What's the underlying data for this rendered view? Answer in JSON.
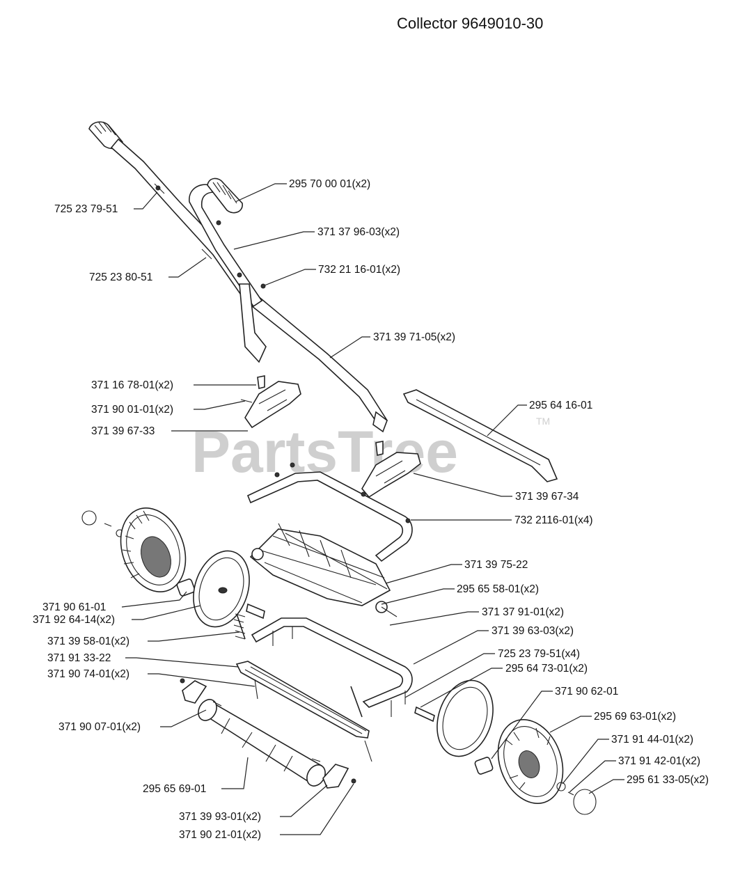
{
  "title": "Collector 9649010-30",
  "watermark": {
    "text": "PartsTree",
    "trademark": "TM"
  },
  "colors": {
    "ink": "#222222",
    "watermark": "#cfcfcf",
    "background": "#ffffff"
  },
  "labels": [
    {
      "id": "l1",
      "text": "295 70 00 01(x2)"
    },
    {
      "id": "l2",
      "text": "725 23 79-51"
    },
    {
      "id": "l3",
      "text": "371 37 96-03(x2)"
    },
    {
      "id": "l4",
      "text": "725 23 80-51"
    },
    {
      "id": "l5",
      "text": "732 21 16-01(x2)"
    },
    {
      "id": "l6",
      "text": "371 39 71-05(x2)"
    },
    {
      "id": "l7",
      "text": "371 16 78-01(x2)"
    },
    {
      "id": "l8",
      "text": "371 90 01-01(x2)"
    },
    {
      "id": "l9",
      "text": "295 64 16-01"
    },
    {
      "id": "l10",
      "text": "371 39 67-33"
    },
    {
      "id": "l11",
      "text": "371 39 67-34"
    },
    {
      "id": "l12",
      "text": "732 2116-01(x4)"
    },
    {
      "id": "l13",
      "text": "371 39 75-22"
    },
    {
      "id": "l14",
      "text": "295 65 58-01(x2)"
    },
    {
      "id": "l15",
      "text": "371 90 61-01"
    },
    {
      "id": "l16",
      "text": "371 92 64-14(x2)"
    },
    {
      "id": "l17",
      "text": "371 37 91-01(x2)"
    },
    {
      "id": "l18",
      "text": "371 39 63-03(x2)"
    },
    {
      "id": "l19",
      "text": "371 39 58-01(x2)"
    },
    {
      "id": "l20",
      "text": "725 23 79-51(x4)"
    },
    {
      "id": "l21",
      "text": "371 91 33-22"
    },
    {
      "id": "l22",
      "text": "295 64 73-01(x2)"
    },
    {
      "id": "l23",
      "text": "371 90 74-01(x2)"
    },
    {
      "id": "l24",
      "text": "371 90 62-01"
    },
    {
      "id": "l25",
      "text": "295 69 63-01(x2)"
    },
    {
      "id": "l26",
      "text": "371 90 07-01(x2)"
    },
    {
      "id": "l27",
      "text": "371 91 44-01(x2)"
    },
    {
      "id": "l28",
      "text": "371 91 42-01(x2)"
    },
    {
      "id": "l29",
      "text": "295 61 33-05(x2)"
    },
    {
      "id": "l30",
      "text": "295 65 69-01"
    },
    {
      "id": "l31",
      "text": "371 39 93-01(x2)"
    },
    {
      "id": "l32",
      "text": "371 90 21-01(x2)"
    }
  ]
}
